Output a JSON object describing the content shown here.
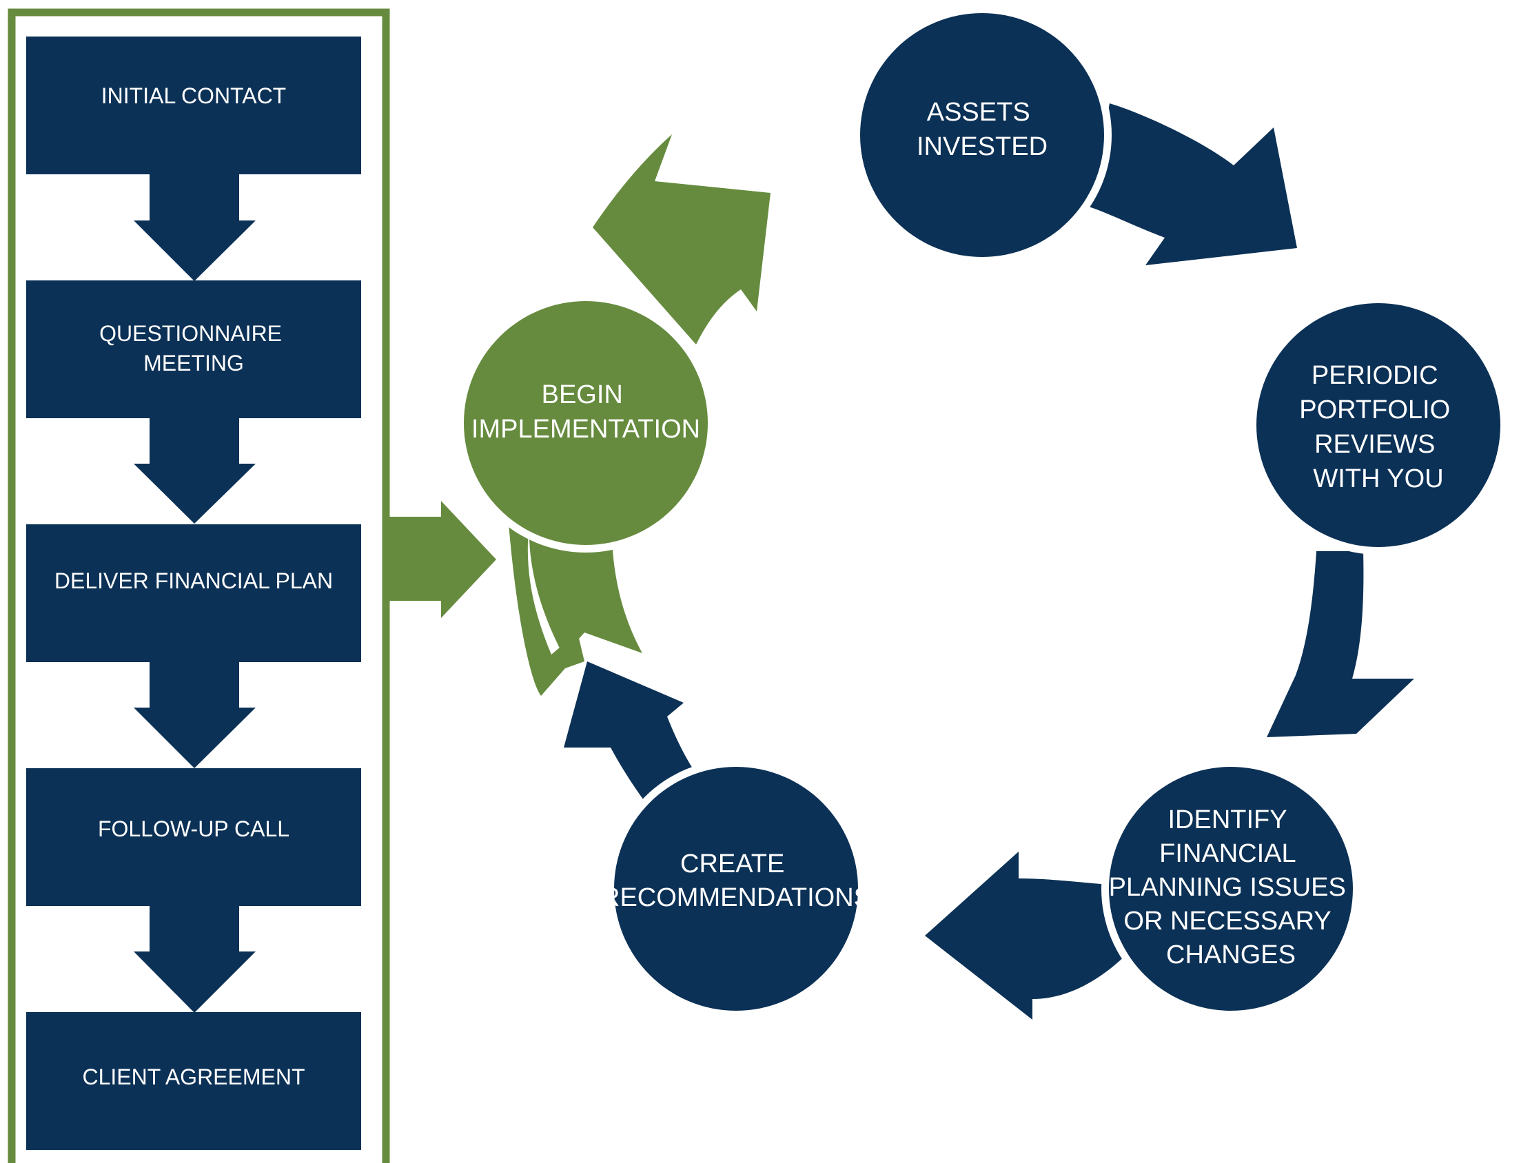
{
  "colors": {
    "navy": "#0c3156",
    "green": "#668b3e",
    "background": "#ffffff"
  },
  "steps": [
    {
      "lines": [
        "INITIAL CONTACT"
      ]
    },
    {
      "lines": [
        "QUESTIONNAIRE",
        "MEETING"
      ]
    },
    {
      "lines": [
        "DELIVER FINANCIAL PLAN"
      ]
    },
    {
      "lines": [
        "FOLLOW-UP CALL"
      ]
    },
    {
      "lines": [
        "CLIENT AGREEMENT"
      ]
    }
  ],
  "cycle": [
    {
      "lines": [
        "BEGIN",
        "IMPLEMENTATION"
      ],
      "color": "green"
    },
    {
      "lines": [
        "ASSETS",
        "INVESTED"
      ],
      "color": "navy"
    },
    {
      "lines": [
        "PERIODIC",
        "PORTFOLIO",
        "REVIEWS",
        "WITH YOU"
      ],
      "color": "navy"
    },
    {
      "lines": [
        "IDENTIFY",
        "FINANCIAL",
        "PLANNING ISSUES",
        "OR NECESSARY",
        "CHANGES"
      ],
      "color": "navy"
    },
    {
      "lines": [
        "CREATE",
        "RECOMMENDATIONS"
      ],
      "color": "navy"
    }
  ]
}
